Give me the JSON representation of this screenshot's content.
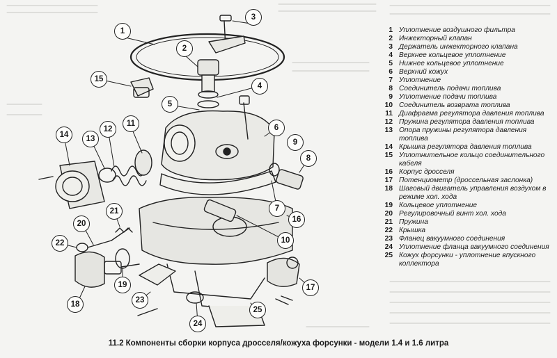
{
  "caption": "11.2 Компоненты сборки корпуса дросселя/кожуха форсунки - модели 1.4 и 1.6 литра",
  "legend": [
    {
      "num": "1",
      "text": "Уплотнение воздушного фильтра"
    },
    {
      "num": "2",
      "text": "Инжекторный клапан"
    },
    {
      "num": "3",
      "text": "Держатель инжекторного клапана"
    },
    {
      "num": "4",
      "text": "Верхнее кольцевое уплотнение"
    },
    {
      "num": "5",
      "text": "Нижнее кольцевое уплотнение"
    },
    {
      "num": "6",
      "text": "Верхний кожух"
    },
    {
      "num": "7",
      "text": "Уплотнение"
    },
    {
      "num": "8",
      "text": "Соединитель подачи топлива"
    },
    {
      "num": "9",
      "text": "Уплотнение подачи топлива"
    },
    {
      "num": "10",
      "text": "Соединитель возврата топлива"
    },
    {
      "num": "11",
      "text": "Диафрагма регулятора давления топлива"
    },
    {
      "num": "12",
      "text": "Пружина регулятора давления топлива"
    },
    {
      "num": "13",
      "text": "Опора пружины регулятора давления топлива"
    },
    {
      "num": "14",
      "text": "Крышка регулятора давления топлива"
    },
    {
      "num": "15",
      "text": "Уплотнительное кольцо соединительного кабеля"
    },
    {
      "num": "16",
      "text": "Корпус дросселя"
    },
    {
      "num": "17",
      "text": "Потенциометр (дроссельная заслонка)"
    },
    {
      "num": "18",
      "text": "Шаговый двигатель управления воздухом в режиме хол. хода"
    },
    {
      "num": "19",
      "text": "Кольцевое уплотнение"
    },
    {
      "num": "20",
      "text": "Регулировочный винт хол. хода"
    },
    {
      "num": "21",
      "text": "Пружина"
    },
    {
      "num": "22",
      "text": "Крышка"
    },
    {
      "num": "23",
      "text": "Фланец вакуумного соединения"
    },
    {
      "num": "24",
      "text": "Уплотнение фланца вакуумного соединения"
    },
    {
      "num": "25",
      "text": "Кожух форсунки - уплотнение впускного коллектора"
    }
  ],
  "callouts": [
    "1",
    "2",
    "3",
    "4",
    "5",
    "6",
    "7",
    "8",
    "9",
    "10",
    "11",
    "12",
    "13",
    "14",
    "15",
    "16",
    "17",
    "18",
    "19",
    "20",
    "21",
    "22",
    "23",
    "24",
    "25"
  ]
}
